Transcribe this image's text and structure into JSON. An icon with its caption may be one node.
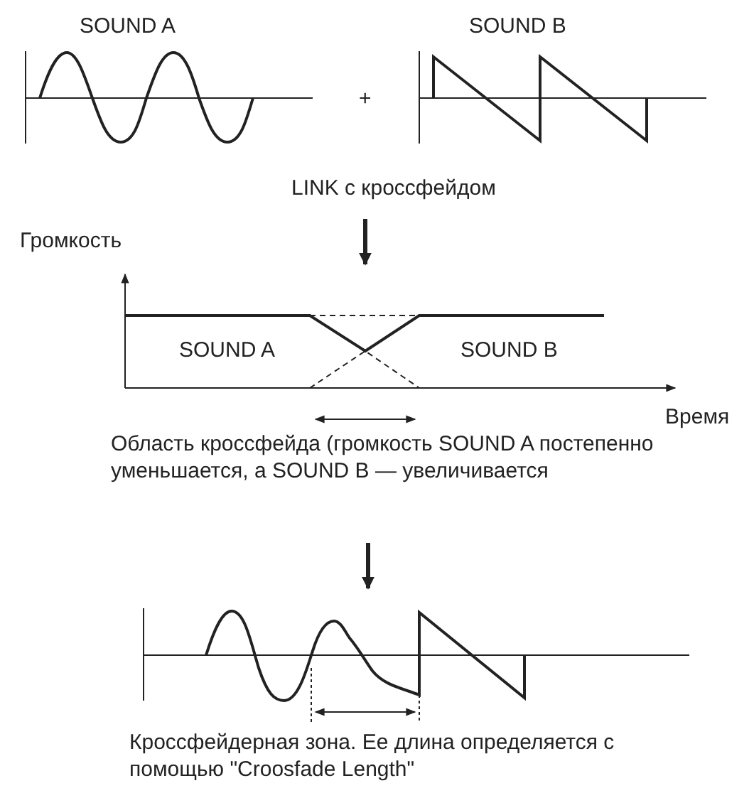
{
  "diagram": {
    "labels": [
      "SOUND A",
      "SOUND B",
      "+",
      "LINK с кроссфейдом",
      "Громкость",
      "SOUND A",
      "SOUND B",
      "Время",
      "Область кроссфейда (громкость SOUND A постепенно уменьшается, а SOUND B — увеличивается",
      "Кроссфейдерная зона. Ее длина определяется с помощью \"Croosfade Length\""
    ]
  }
}
